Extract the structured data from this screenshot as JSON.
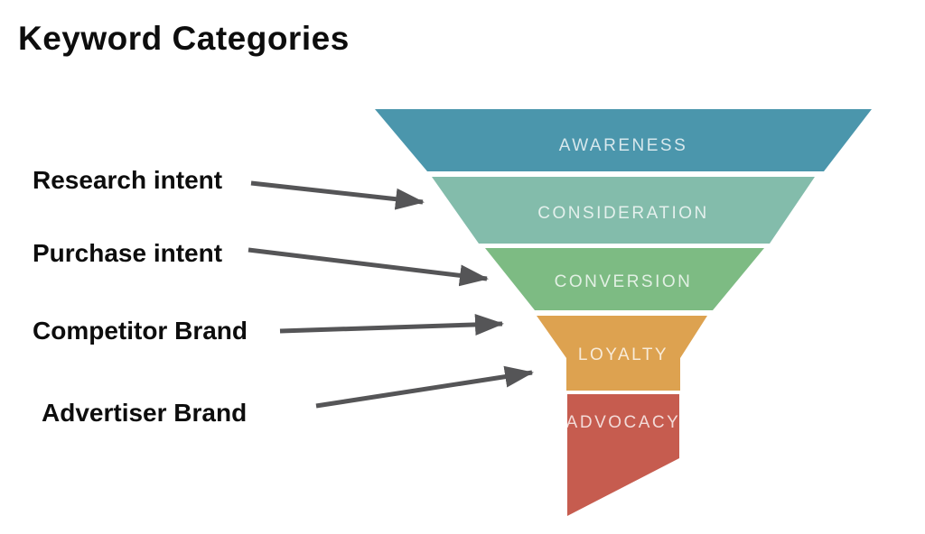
{
  "title": "Keyword Categories",
  "colors": {
    "arrow": "#555557",
    "stage_label": "#ffffff"
  },
  "funnel": {
    "stages": [
      {
        "label": "AWARENESS",
        "color": "#4b96ac"
      },
      {
        "label": "CONSIDERATION",
        "color": "#83bcab"
      },
      {
        "label": "CONVERSION",
        "color": "#7dbb83"
      },
      {
        "label": "LOYALTY",
        "color": "#dda250"
      },
      {
        "label": "ADVOCACY",
        "color": "#c65c4f"
      }
    ]
  },
  "side_labels": [
    {
      "text": "Research intent"
    },
    {
      "text": "Purchase intent"
    },
    {
      "text": "Competitor Brand"
    },
    {
      "text": "Advertiser Brand"
    }
  ]
}
